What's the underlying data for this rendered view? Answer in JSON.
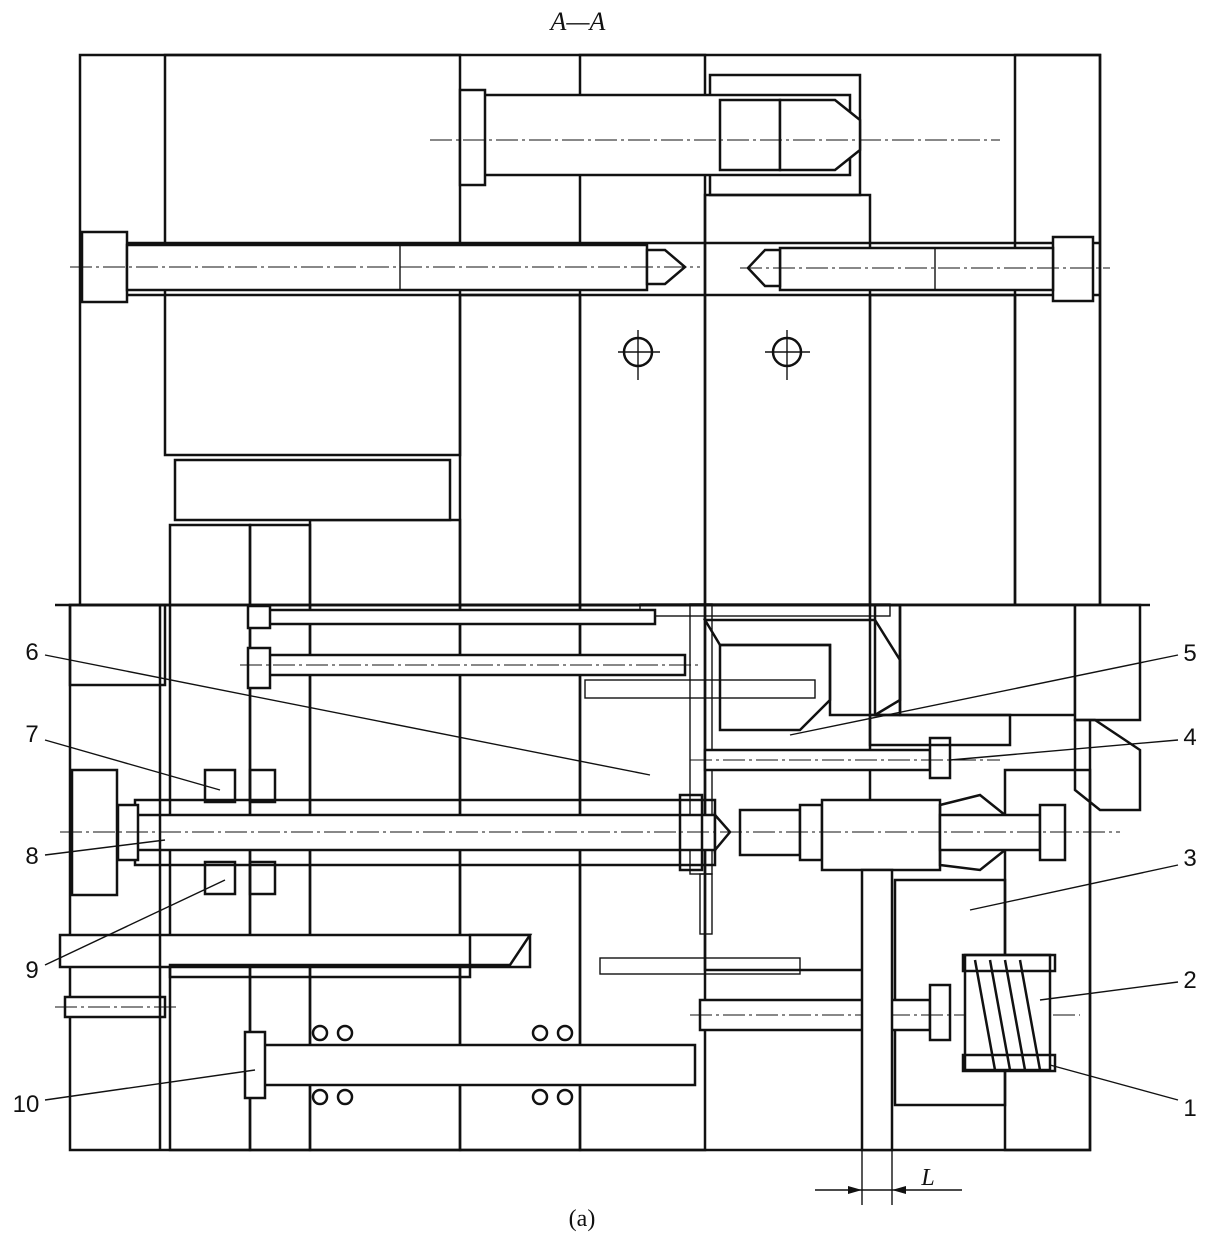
{
  "section_title": "A—A",
  "caption": "(a)",
  "dimension_label": "L",
  "part_labels": [
    "1",
    "2",
    "3",
    "4",
    "5",
    "6",
    "7",
    "8",
    "9",
    "10"
  ]
}
